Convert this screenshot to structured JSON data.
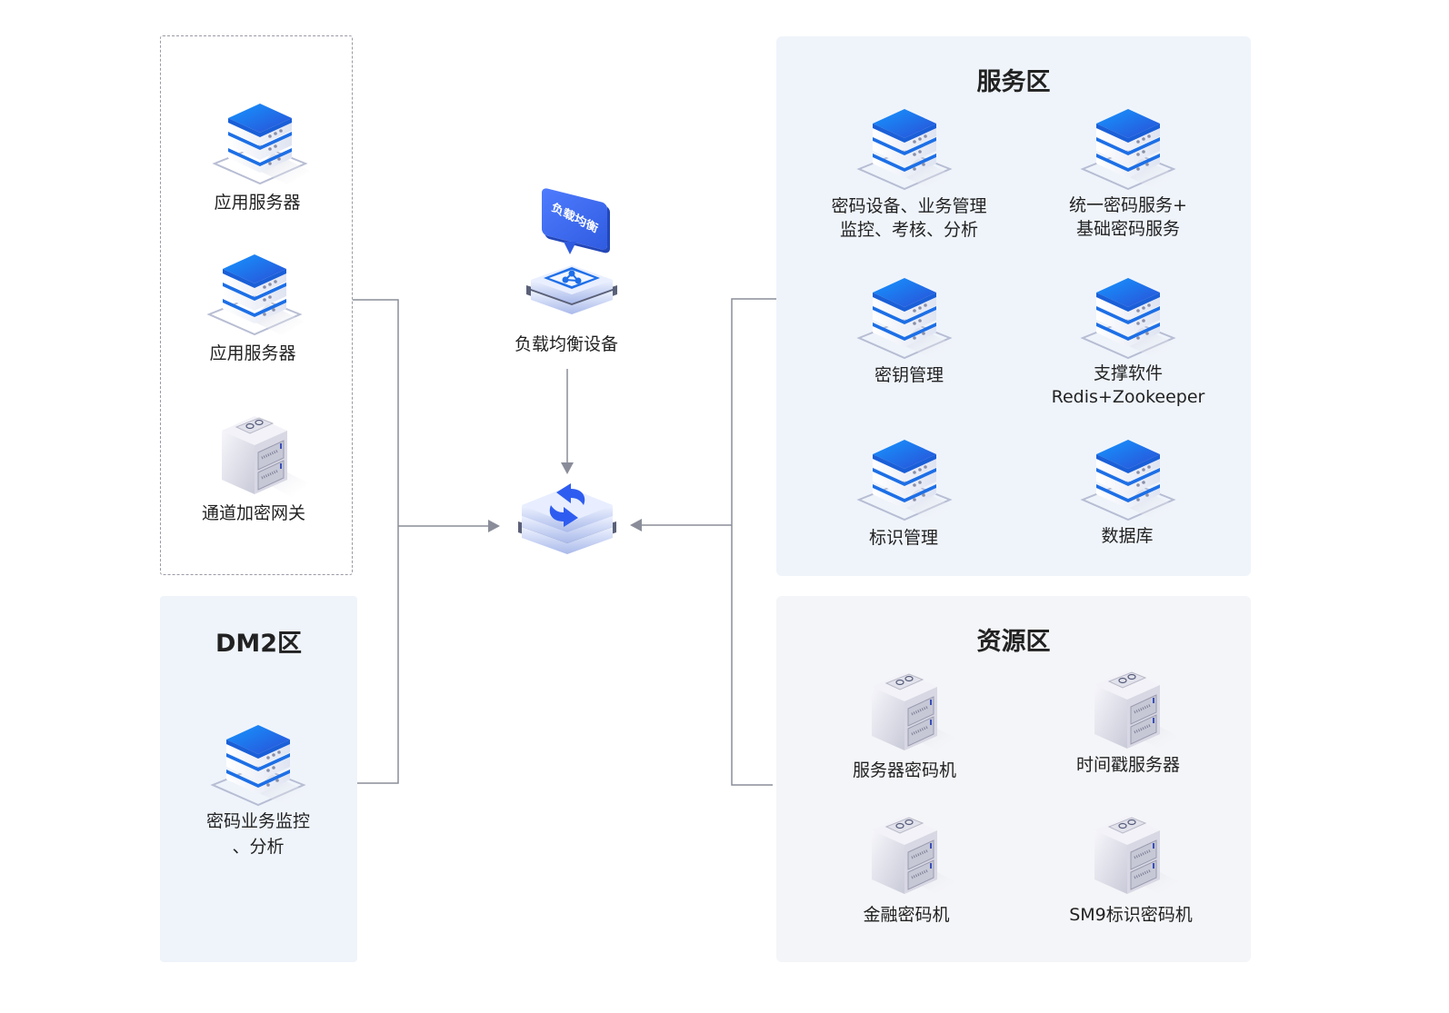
{
  "diagram": {
    "left_group": {
      "nodes": [
        {
          "label": "应用服务器",
          "icon": "server-stack-icon"
        },
        {
          "label": "应用服务器",
          "icon": "server-stack-icon"
        },
        {
          "label": "通道加密网关",
          "icon": "hardware-box-icon"
        }
      ]
    },
    "dm2_zone": {
      "title": "DM2区",
      "nodes": [
        {
          "label_line1": "密码业务监控",
          "label_line2": "、分析",
          "icon": "server-stack-icon"
        }
      ]
    },
    "center": {
      "load_balancer": {
        "label": "负载均衡设备",
        "bubble_text": "负载均衡",
        "icon": "load-balancer-icon"
      },
      "hub": {
        "icon": "sync-hub-icon"
      }
    },
    "service_zone": {
      "title": "服务区",
      "nodes": [
        {
          "label_line1": "密码设备、业务管理",
          "label_line2": "监控、考核、分析",
          "icon": "server-stack-icon"
        },
        {
          "label_line1": "统一密码服务+",
          "label_line2": "基础密码服务",
          "icon": "server-stack-icon"
        },
        {
          "label_line1": "密钥管理",
          "label_line2": "",
          "icon": "server-stack-icon"
        },
        {
          "label_line1": "支撑软件",
          "label_line2": "Redis+Zookeeper",
          "icon": "server-stack-icon"
        },
        {
          "label_line1": "标识管理",
          "label_line2": "",
          "icon": "server-stack-icon"
        },
        {
          "label_line1": "数据库",
          "label_line2": "",
          "icon": "server-stack-icon"
        }
      ]
    },
    "resource_zone": {
      "title": "资源区",
      "nodes": [
        {
          "label": "服务器密码机",
          "icon": "hardware-box-icon"
        },
        {
          "label": "时间戳服务器",
          "icon": "hardware-box-icon"
        },
        {
          "label": "金融密码机",
          "icon": "hardware-box-icon"
        },
        {
          "label": "SM9标识密码机",
          "icon": "hardware-box-icon"
        }
      ]
    },
    "colors": {
      "accent_blue": "#1f6fe8",
      "panel_blue": "#eff4fb",
      "panel_gray": "#f4f5f8",
      "connector": "#8a8d99"
    }
  }
}
